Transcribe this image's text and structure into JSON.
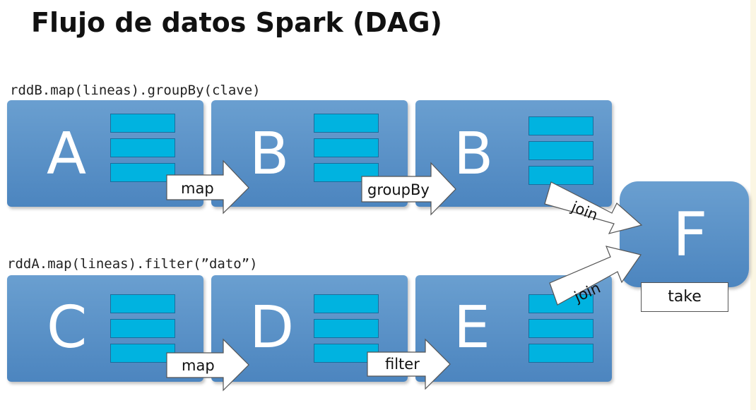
{
  "title": "Flujo de datos Spark (DAG)",
  "code": {
    "top": "rddB.map(lineas).groupBy(clave)",
    "bottom": "rddA.map(lineas).filter(”dato”)"
  },
  "nodes": {
    "a": "A",
    "b1": "B",
    "b2": "B",
    "c": "C",
    "d": "D",
    "e": "E",
    "f": "F"
  },
  "edges": {
    "map_top": "map",
    "group_by": "groupBy",
    "join_top": "join",
    "join_bottom": "join",
    "map_bottom": "map",
    "filter": "filter",
    "take": "take"
  },
  "colors": {
    "node": "#5b91c8",
    "partition": "#00b3e0",
    "arrow_fill": "#ffffff"
  }
}
